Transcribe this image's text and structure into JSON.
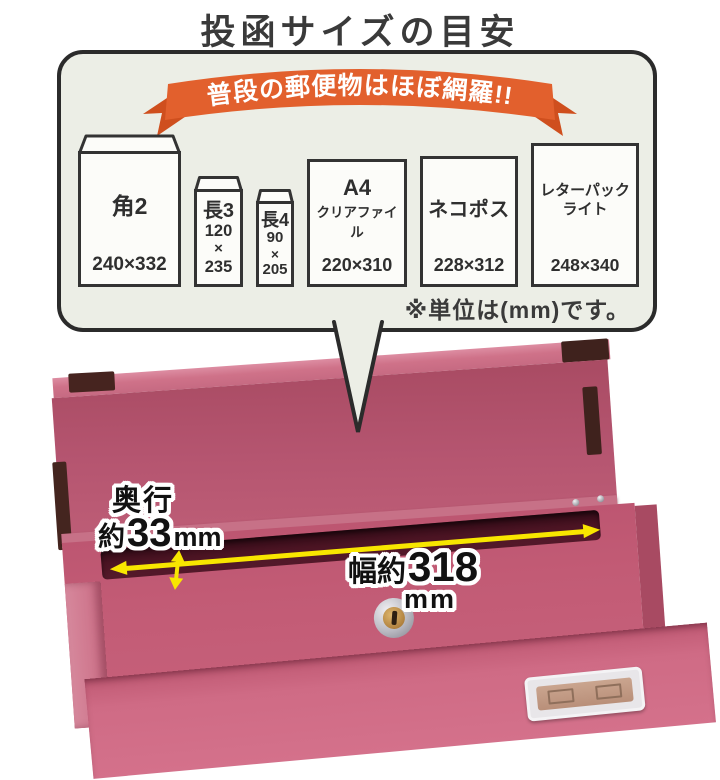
{
  "title": "投函サイズの目安",
  "ribbon": {
    "text": "普段の郵便物はほぼ網羅!!"
  },
  "bubble": {
    "envelopes": [
      {
        "name": "角2",
        "size": "240×332"
      },
      {
        "name": "長3",
        "width": "120",
        "times": "×",
        "height": "235"
      },
      {
        "name": "長4",
        "width": "90",
        "times": "×",
        "height": "205"
      },
      {
        "name": "A4",
        "sub": "クリアファイル",
        "size": "220×310"
      },
      {
        "name": "ネコポス",
        "size": "228×312"
      },
      {
        "name": "レターパック",
        "name2": "ライト",
        "size": "248×340"
      }
    ],
    "note": "※単位は(mm)です。"
  },
  "annotations": {
    "depth_label": "奥行",
    "depth_prefix": "約",
    "depth_number": "33",
    "depth_unit": "mm",
    "width_prefix": "幅約",
    "width_number": "318",
    "width_unit": "mm"
  },
  "colors": {
    "ribbon_orange": "#e2602d",
    "ribbon_tail": "#cf4f1e",
    "bubble_bg": "#eceee6",
    "bubble_border": "#2b2b2b",
    "envelope_border": "#333333",
    "mailbox_pink": "#c25b75",
    "mailbox_lid": "#b55570",
    "slot_dark": "#4a1322",
    "bracket_brown": "#44251f",
    "arrow_yellow": "#f8e600"
  }
}
